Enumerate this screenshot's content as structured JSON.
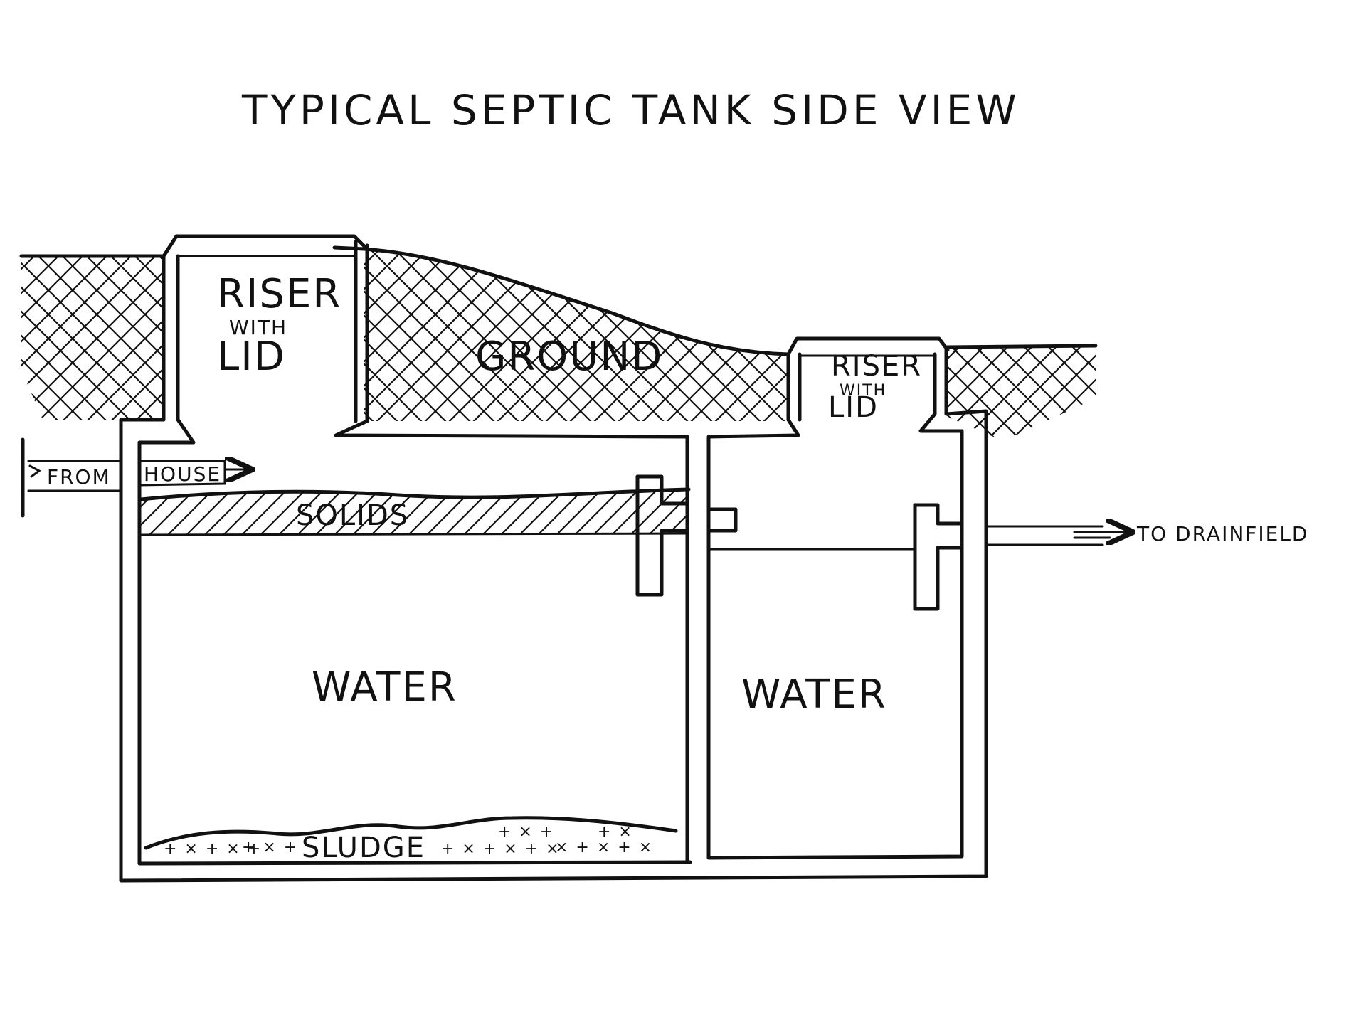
{
  "diagram": {
    "title": "TYPICAL SEPTIC TANK SIDE VIEW",
    "labels": {
      "riser_left_top": "RISER",
      "riser_left_mid": "WITH",
      "riser_left_bottom": "LID",
      "ground": "GROUND",
      "riser_right_top": "RISER",
      "riser_right_mid": "WITH",
      "riser_right_bottom": "LID",
      "inlet_from": "FROM",
      "inlet_house": "HOUSE",
      "solids": "SOLIDS",
      "water_left": "WATER",
      "water_right": "WATER",
      "sludge": "SLUDGE",
      "outlet": "TO DRAINFIELD"
    },
    "colors": {
      "ink": "#111111",
      "paper": "#ffffff"
    }
  }
}
